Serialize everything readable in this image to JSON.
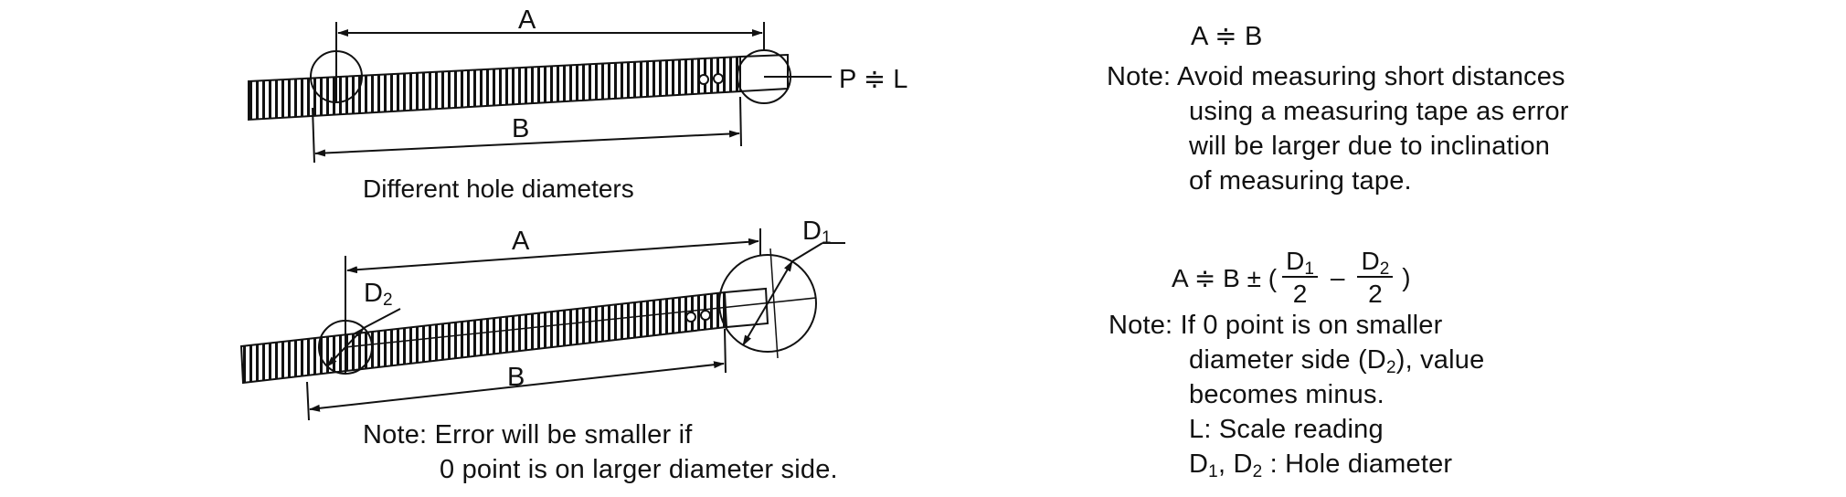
{
  "diagram": {
    "top": {
      "label_a": "A",
      "label_b": "B",
      "label_pl": "P ≑ L",
      "caption": "Different hole diameters"
    },
    "bottom": {
      "label_a": "A",
      "label_b": "B",
      "label_d1": "D",
      "label_d1_sub": "1",
      "label_d2": "D",
      "label_d2_sub": "2",
      "note_line1": "Note:  Error will be smaller if",
      "note_line2": "0 point is on larger diameter side."
    }
  },
  "notes": {
    "formula1": "A ≑ B",
    "note1_lines": [
      "Note:  Avoid measuring short distances",
      "using a measuring tape as error",
      "will be larger due to inclination",
      "of measuring tape."
    ],
    "formula2": {
      "lead": "A ≑ B ± (",
      "frac1_num": "D",
      "frac1_num_sub": "1",
      "frac1_den": "2",
      "minus": "–",
      "frac2_num": "D",
      "frac2_num_sub": "2",
      "frac2_den": "2",
      "close": ")"
    },
    "note2_line1": "Note:  If 0 point is on smaller",
    "note2_line2_pre": "diameter side (D",
    "note2_line2_sub": "2",
    "note2_line2_post": "), value",
    "note2_line3": "becomes minus.",
    "note2_line4": "L:  Scale reading",
    "note2_line5_d": "D",
    "note2_line5_sub1": "1",
    "note2_line5_mid": ", D",
    "note2_line5_sub2": "2",
    "note2_line5_post": " :  Hole diameter"
  }
}
